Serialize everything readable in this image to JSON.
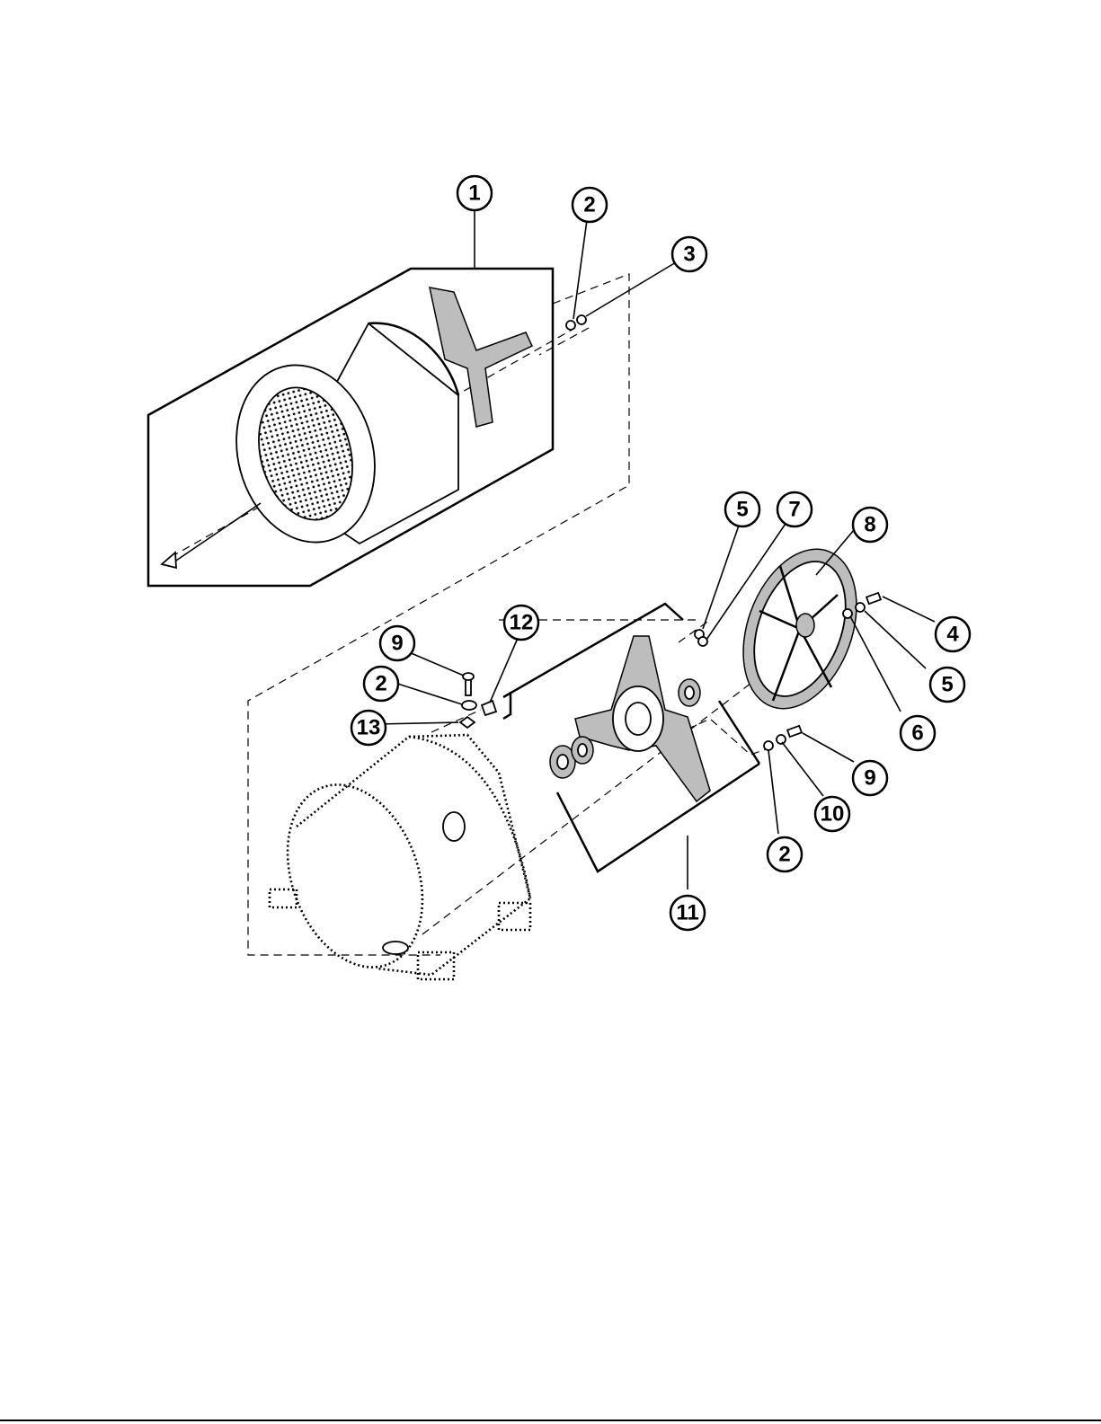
{
  "colors": {
    "line": "#000000",
    "background": "#ffffff",
    "part_shade": "#bdbdbd"
  },
  "callouts": [
    {
      "id": "c1",
      "label": "1"
    },
    {
      "id": "c2a",
      "label": "2"
    },
    {
      "id": "c3",
      "label": "3"
    },
    {
      "id": "c5a",
      "label": "5"
    },
    {
      "id": "c7",
      "label": "7"
    },
    {
      "id": "c8",
      "label": "8"
    },
    {
      "id": "c4",
      "label": "4"
    },
    {
      "id": "c5b",
      "label": "5"
    },
    {
      "id": "c6",
      "label": "6"
    },
    {
      "id": "c12",
      "label": "12"
    },
    {
      "id": "c9a",
      "label": "9"
    },
    {
      "id": "c2b",
      "label": "2"
    },
    {
      "id": "c13",
      "label": "13"
    },
    {
      "id": "c9b",
      "label": "9"
    },
    {
      "id": "c10",
      "label": "10"
    },
    {
      "id": "c2c",
      "label": "2"
    },
    {
      "id": "c11",
      "label": "11"
    }
  ]
}
